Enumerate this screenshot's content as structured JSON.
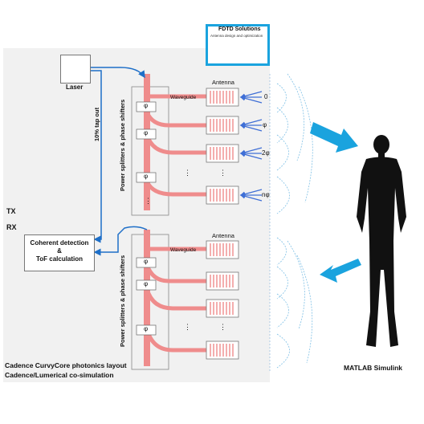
{
  "labels": {
    "laser": "Laser",
    "tap_out": "10% tap out",
    "tx": "TX",
    "rx": "RX",
    "detection_line1": "Coherent detection",
    "detection_line2": "&",
    "detection_line3": "ToF calculation",
    "splitters_tx": "Power splitters & phase shifters",
    "splitters_rx": "Power splitters & phase shifters",
    "waveguide_tx": "Waveguide",
    "waveguide_rx": "Waveguide",
    "antenna_tx": "Antenna",
    "antenna_rx": "Antenna",
    "phase_symbol": "φ",
    "dots": "⋮",
    "footer_line1": "Cadence CurvyCore photonics layout",
    "footer_line2": "Cadence/Lumerical co-simulation",
    "matlab": "MATLAB Simulink",
    "fdtd_title": "FDTD Solutions",
    "fdtd_subtitle": "Antenna design and optimization"
  },
  "phases": [
    "0",
    "φ",
    "2φ",
    "nφ"
  ],
  "colors": {
    "waveguide": "#ef8c8c",
    "arrow_blue": "#1aa3de",
    "beam_blue": "#3f6fd6",
    "wave_blue": "#7fc0e6"
  }
}
